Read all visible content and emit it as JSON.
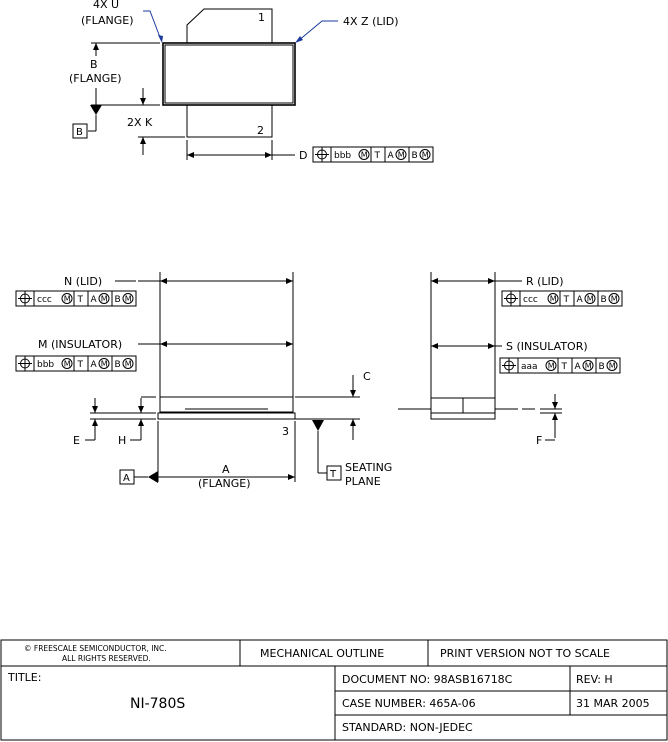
{
  "top_view": {
    "flange_u_count": "4X U",
    "flange_u_note": "(FLANGE)",
    "lid_z": "4X Z (LID)",
    "pin1": "1",
    "pin2": "2",
    "b_label": "B",
    "b_note": "(FLANGE)",
    "k_label": "2X K",
    "datum_b": "B",
    "d_label": "D",
    "fcf_d": [
      "bbb",
      "T",
      "A",
      "B"
    ]
  },
  "front_view": {
    "n_label": "N (LID)",
    "fcf_n": [
      "ccc",
      "T",
      "A",
      "B"
    ],
    "m_label": "M (INSULATOR)",
    "fcf_m": [
      "bbb",
      "T",
      "A",
      "B"
    ],
    "c_label": "C",
    "e_label": "E",
    "h_label": "H",
    "pin3": "3",
    "datum_a": "A",
    "a_label": "A",
    "a_note": "(FLANGE)",
    "datum_t": "T",
    "seating_1": "SEATING",
    "seating_2": "PLANE"
  },
  "side_view": {
    "r_label": "R (LID)",
    "fcf_r": [
      "ccc",
      "T",
      "A",
      "B"
    ],
    "s_label": "S (INSULATOR)",
    "fcf_s": [
      "aaa",
      "T",
      "A",
      "B"
    ],
    "f_label": "F"
  },
  "modifier_symbol": "M",
  "title_block": {
    "copyright_1": "© FREESCALE SEMICONDUCTOR, INC.",
    "copyright_2": "ALL RIGHTS RESERVED.",
    "mechanical_outline": "MECHANICAL OUTLINE",
    "print_version": "PRINT VERSION NOT TO SCALE",
    "title_label": "TITLE:",
    "title_value": "NI-780S",
    "document_no": "DOCUMENT NO: 98ASB16718C",
    "rev": "REV: H",
    "case_number": "CASE NUMBER: 465A-06",
    "date": "31 MAR 2005",
    "standard": "STANDARD: NON-JEDEC"
  }
}
